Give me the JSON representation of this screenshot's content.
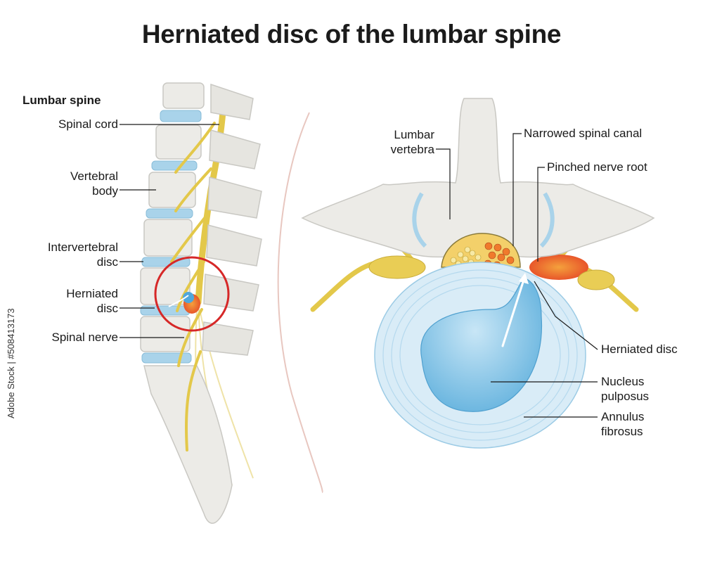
{
  "title": "Herniated disc of the lumbar spine",
  "left_panel": {
    "heading": "Lumbar spine",
    "labels": {
      "spinal_cord": "Spinal cord",
      "vertebral_body_1": "Vertebral",
      "vertebral_body_2": "body",
      "intervertebral_disc_1": "Intervertebral",
      "intervertebral_disc_2": "disc",
      "herniated_disc_1": "Herniated",
      "herniated_disc_2": "disc",
      "spinal_nerve": "Spinal nerve"
    }
  },
  "right_panel": {
    "labels": {
      "lumbar_vertebra_1": "Lumbar",
      "lumbar_vertebra_2": "vertebra",
      "narrowed_spinal_canal": "Narrowed spinal canal",
      "pinched_nerve_root": "Pinched nerve root",
      "herniated_disc": "Herniated disc",
      "nucleus_pulposus_1": "Nucleus",
      "nucleus_pulposus_2": "pulposus",
      "annulus_fibrosus_1": "Annulus",
      "annulus_fibrosus_2": "fibrosus"
    }
  },
  "credit": "Adobe Stock | #508413173",
  "colors": {
    "bone": "#ecebe7",
    "bone_shadow": "#c9c8c3",
    "disc": "#a9d3ea",
    "nucleus": "#7ec3e6",
    "nerve": "#e3c84a",
    "inflamed": "#e8562a",
    "highlight_circle": "#d62828",
    "leader": "#1a1a1a"
  }
}
